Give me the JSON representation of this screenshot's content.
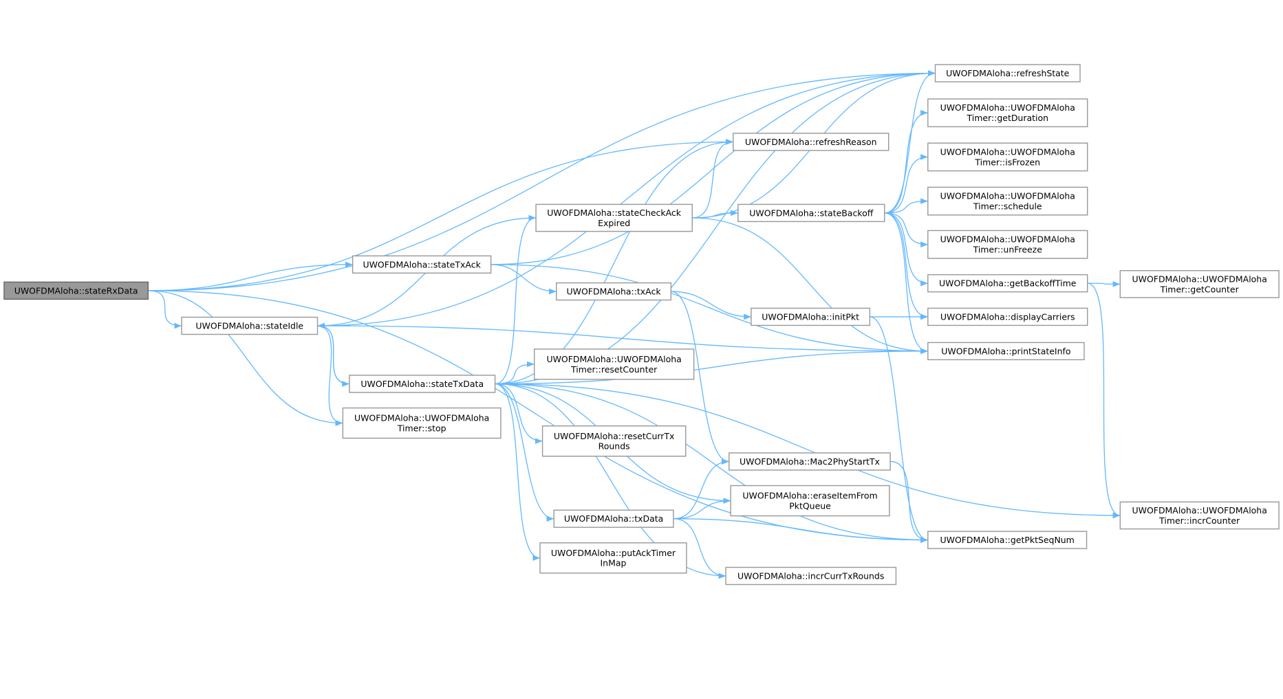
{
  "title": "UWOFDMAloha::stateRxData call graph",
  "colors": {
    "edge": "#63b8ff",
    "root_fill": "#999999",
    "node_border": "#999999"
  },
  "nodes": [
    {
      "id": "stateRxData",
      "lines": [
        "UWOFDMAloha::stateRxData"
      ],
      "root": true
    },
    {
      "id": "stateIdle",
      "lines": [
        "UWOFDMAloha::stateIdle"
      ]
    },
    {
      "id": "stateTxAck",
      "lines": [
        "UWOFDMAloha::stateTxAck"
      ]
    },
    {
      "id": "stateTxData",
      "lines": [
        "UWOFDMAloha::stateTxData"
      ]
    },
    {
      "id": "stop",
      "lines": [
        "UWOFDMAloha::UWOFDMAloha",
        "Timer::stop"
      ]
    },
    {
      "id": "stateCheckAckExpired",
      "lines": [
        "UWOFDMAloha::stateCheckAck",
        "Expired"
      ]
    },
    {
      "id": "txAck",
      "lines": [
        "UWOFDMAloha::txAck"
      ]
    },
    {
      "id": "resetCounter",
      "lines": [
        "UWOFDMAloha::UWOFDMAloha",
        "Timer::resetCounter"
      ]
    },
    {
      "id": "resetCurrTxRounds",
      "lines": [
        "UWOFDMAloha::resetCurrTx",
        "Rounds"
      ]
    },
    {
      "id": "txData",
      "lines": [
        "UWOFDMAloha::txData"
      ]
    },
    {
      "id": "putAckTimerInMap",
      "lines": [
        "UWOFDMAloha::putAckTimer",
        "InMap"
      ]
    },
    {
      "id": "refreshReason",
      "lines": [
        "UWOFDMAloha::refreshReason"
      ]
    },
    {
      "id": "stateBackoff",
      "lines": [
        "UWOFDMAloha::stateBackoff"
      ]
    },
    {
      "id": "initPkt",
      "lines": [
        "UWOFDMAloha::initPkt"
      ]
    },
    {
      "id": "Mac2PhyStartTx",
      "lines": [
        "UWOFDMAloha::Mac2PhyStartTx"
      ]
    },
    {
      "id": "eraseItemFromPktQueue",
      "lines": [
        "UWOFDMAloha::eraseItemFrom",
        "PktQueue"
      ]
    },
    {
      "id": "incrCurrTxRounds",
      "lines": [
        "UWOFDMAloha::incrCurrTxRounds"
      ]
    },
    {
      "id": "refreshState",
      "lines": [
        "UWOFDMAloha::refreshState"
      ]
    },
    {
      "id": "getDuration",
      "lines": [
        "UWOFDMAloha::UWOFDMAloha",
        "Timer::getDuration"
      ]
    },
    {
      "id": "isFrozen",
      "lines": [
        "UWOFDMAloha::UWOFDMAloha",
        "Timer::isFrozen"
      ]
    },
    {
      "id": "schedule",
      "lines": [
        "UWOFDMAloha::UWOFDMAloha",
        "Timer::schedule"
      ]
    },
    {
      "id": "unFreeze",
      "lines": [
        "UWOFDMAloha::UWOFDMAloha",
        "Timer::unFreeze"
      ]
    },
    {
      "id": "getBackoffTime",
      "lines": [
        "UWOFDMAloha::getBackoffTime"
      ]
    },
    {
      "id": "displayCarriers",
      "lines": [
        "UWOFDMAloha::displayCarriers"
      ]
    },
    {
      "id": "printStateInfo",
      "lines": [
        "UWOFDMAloha::printStateInfo"
      ]
    },
    {
      "id": "getPktSeqNum",
      "lines": [
        "UWOFDMAloha::getPktSeqNum"
      ]
    },
    {
      "id": "getCounter",
      "lines": [
        "UWOFDMAloha::UWOFDMAloha",
        "Timer::getCounter"
      ]
    },
    {
      "id": "incrCounter",
      "lines": [
        "UWOFDMAloha::UWOFDMAloha",
        "Timer::incrCounter"
      ]
    }
  ],
  "edges": [
    [
      "stateRxData",
      "refreshState"
    ],
    [
      "stateRxData",
      "refreshReason"
    ],
    [
      "stateRxData",
      "stateTxAck"
    ],
    [
      "stateRxData",
      "stateIdle"
    ],
    [
      "stateRxData",
      "stop"
    ],
    [
      "stateRxData",
      "getPktSeqNum"
    ],
    [
      "stateIdle",
      "refreshState"
    ],
    [
      "stateIdle",
      "stateTxData"
    ],
    [
      "stateIdle",
      "stop"
    ],
    [
      "stateIdle",
      "printStateInfo"
    ],
    [
      "stateTxAck",
      "refreshState"
    ],
    [
      "stateTxAck",
      "txAck"
    ],
    [
      "stateTxAck",
      "printStateInfo"
    ],
    [
      "stateTxData",
      "stateIdle"
    ],
    [
      "stateTxData",
      "refreshState"
    ],
    [
      "stateTxData",
      "refreshReason"
    ],
    [
      "stateTxData",
      "stateCheckAckExpired"
    ],
    [
      "stateTxData",
      "resetCounter"
    ],
    [
      "stateTxData",
      "resetCurrTxRounds"
    ],
    [
      "stateTxData",
      "txData"
    ],
    [
      "stateTxData",
      "putAckTimerInMap"
    ],
    [
      "stateTxData",
      "eraseItemFromPktQueue"
    ],
    [
      "stateTxData",
      "incrCurrTxRounds"
    ],
    [
      "stateTxData",
      "getPktSeqNum"
    ],
    [
      "stateTxData",
      "incrCounter"
    ],
    [
      "stateTxData",
      "printStateInfo"
    ],
    [
      "stateCheckAckExpired",
      "stateIdle"
    ],
    [
      "stateCheckAckExpired",
      "refreshReason"
    ],
    [
      "stateCheckAckExpired",
      "refreshState"
    ],
    [
      "stateCheckAckExpired",
      "stateBackoff"
    ],
    [
      "stateCheckAckExpired",
      "printStateInfo"
    ],
    [
      "stateBackoff",
      "refreshState"
    ],
    [
      "stateBackoff",
      "getDuration"
    ],
    [
      "stateBackoff",
      "isFrozen"
    ],
    [
      "stateBackoff",
      "schedule"
    ],
    [
      "stateBackoff",
      "unFreeze"
    ],
    [
      "stateBackoff",
      "getBackoffTime"
    ],
    [
      "stateBackoff",
      "displayCarriers"
    ],
    [
      "stateBackoff",
      "printStateInfo"
    ],
    [
      "txAck",
      "initPkt"
    ],
    [
      "txAck",
      "Mac2PhyStartTx"
    ],
    [
      "initPkt",
      "displayCarriers"
    ],
    [
      "initPkt",
      "getPktSeqNum"
    ],
    [
      "txData",
      "Mac2PhyStartTx"
    ],
    [
      "txData",
      "eraseItemFromPktQueue"
    ],
    [
      "txData",
      "getPktSeqNum"
    ],
    [
      "txData",
      "incrCurrTxRounds"
    ],
    [
      "Mac2PhyStartTx",
      "getPktSeqNum"
    ],
    [
      "getBackoffTime",
      "getCounter"
    ],
    [
      "getBackoffTime",
      "incrCounter"
    ]
  ]
}
